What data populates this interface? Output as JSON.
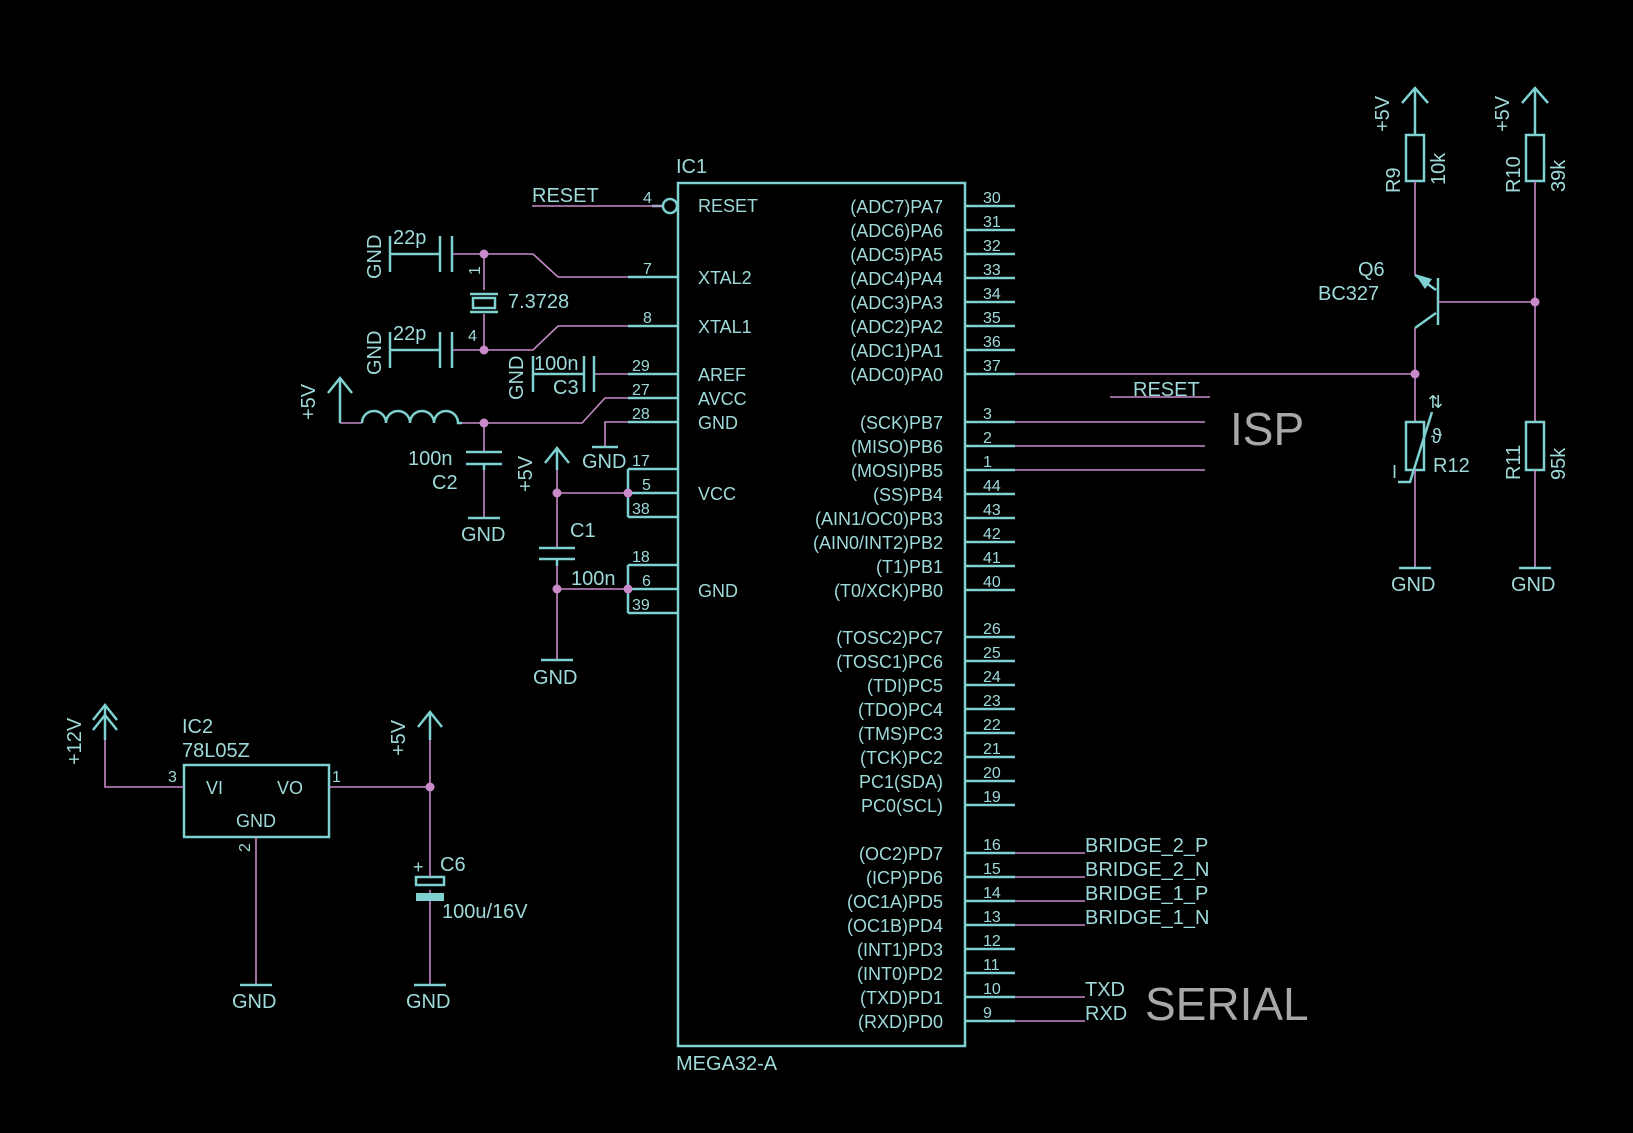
{
  "ic1": {
    "ref": "IC1",
    "value": "MEGA32-A",
    "left_pins": [
      {
        "name": "RESET",
        "num": "4"
      },
      {
        "name": "XTAL2",
        "num": "7"
      },
      {
        "name": "XTAL1",
        "num": "8"
      },
      {
        "name": "AREF",
        "num": "29"
      },
      {
        "name": "AVCC",
        "num": "27"
      },
      {
        "name": "GND",
        "num": "28"
      },
      {
        "name": "VCC",
        "nums": [
          "17",
          "5",
          "38"
        ]
      },
      {
        "name": "GND",
        "nums": [
          "18",
          "6",
          "39"
        ]
      }
    ],
    "right_pins": [
      {
        "name": "(ADC7)PA7",
        "num": "30"
      },
      {
        "name": "(ADC6)PA6",
        "num": "31"
      },
      {
        "name": "(ADC5)PA5",
        "num": "32"
      },
      {
        "name": "(ADC4)PA4",
        "num": "33"
      },
      {
        "name": "(ADC3)PA3",
        "num": "34"
      },
      {
        "name": "(ADC2)PA2",
        "num": "35"
      },
      {
        "name": "(ADC1)PA1",
        "num": "36"
      },
      {
        "name": "(ADC0)PA0",
        "num": "37"
      },
      {
        "name": "(SCK)PB7",
        "num": "3"
      },
      {
        "name": "(MISO)PB6",
        "num": "2"
      },
      {
        "name": "(MOSI)PB5",
        "num": "1"
      },
      {
        "name": "(SS)PB4",
        "num": "44"
      },
      {
        "name": "(AIN1/OC0)PB3",
        "num": "43"
      },
      {
        "name": "(AIN0/INT2)PB2",
        "num": "42"
      },
      {
        "name": "(T1)PB1",
        "num": "41"
      },
      {
        "name": "(T0/XCK)PB0",
        "num": "40"
      },
      {
        "name": "(TOSC2)PC7",
        "num": "26"
      },
      {
        "name": "(TOSC1)PC6",
        "num": "25"
      },
      {
        "name": "(TDI)PC5",
        "num": "24"
      },
      {
        "name": "(TDO)PC4",
        "num": "23"
      },
      {
        "name": "(TMS)PC3",
        "num": "22"
      },
      {
        "name": "(TCK)PC2",
        "num": "21"
      },
      {
        "name": "PC1(SDA)",
        "num": "20"
      },
      {
        "name": "PC0(SCL)",
        "num": "19"
      },
      {
        "name": "(OC2)PD7",
        "num": "16"
      },
      {
        "name": "(ICP)PD6",
        "num": "15"
      },
      {
        "name": "(OC1A)PD5",
        "num": "14"
      },
      {
        "name": "(OC1B)PD4",
        "num": "13"
      },
      {
        "name": "(INT1)PD3",
        "num": "12"
      },
      {
        "name": "(INT0)PD2",
        "num": "11"
      },
      {
        "name": "(TXD)PD1",
        "num": "10"
      },
      {
        "name": "(RXD)PD0",
        "num": "9"
      }
    ]
  },
  "nets": {
    "reset": "RESET",
    "bridge_2_p": "BRIDGE_2_P",
    "bridge_2_n": "BRIDGE_2_N",
    "bridge_1_p": "BRIDGE_1_P",
    "bridge_1_n": "BRIDGE_1_N",
    "txd": "TXD",
    "rxd": "RXD"
  },
  "supplies": {
    "gnd": "GND",
    "plus5v": "+5V",
    "plus12v": "+12V"
  },
  "components": {
    "c_xtal_top": {
      "value": "22p"
    },
    "c_xtal_bottom": {
      "value": "22p"
    },
    "crystal": {
      "value": "7.3728",
      "pin1": "1",
      "pin4": "4"
    },
    "c3": {
      "ref": "C3",
      "value": "100n"
    },
    "c2": {
      "ref": "C2",
      "value": "100n"
    },
    "c1": {
      "ref": "C1",
      "value": "100n"
    },
    "ic2": {
      "ref": "IC2",
      "value": "78L05Z",
      "vi": "VI",
      "vo": "VO",
      "gnd": "GND",
      "pin_in": "3",
      "pin_out": "1",
      "pin_gnd": "2"
    },
    "c6": {
      "ref": "C6",
      "value": "100u/16V",
      "polarity": "+"
    },
    "r9": {
      "ref": "R9",
      "value": "10k"
    },
    "r10": {
      "ref": "R10",
      "value": "39k"
    },
    "r11": {
      "ref": "R11",
      "value": "95k"
    },
    "r12": {
      "ref": "R12",
      "symbol_text": "ϑ",
      "mark": "I"
    },
    "q6": {
      "ref": "Q6",
      "value": "BC327"
    }
  },
  "labels": {
    "isp": "ISP",
    "serial": "SERIAL"
  },
  "colors": {
    "background": "#000000",
    "symbol": "#7fd0d0",
    "wire": "#c98ac9",
    "text": "#9fdada",
    "big_label": "#a8a8a8"
  }
}
